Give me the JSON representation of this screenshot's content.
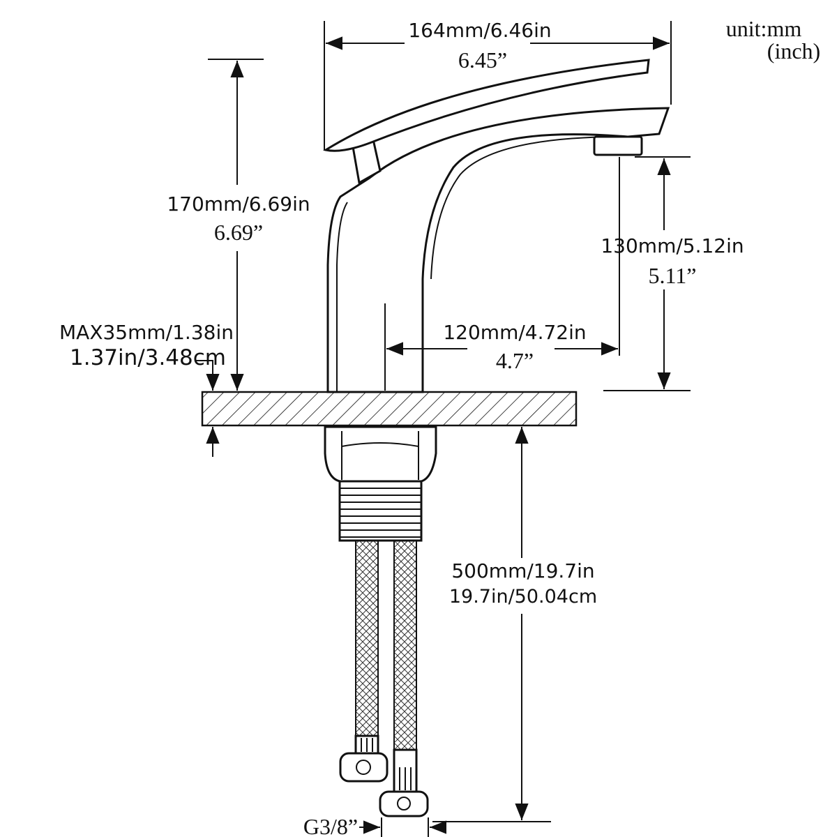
{
  "unit": {
    "line1": "unit:mm",
    "line2": "(inch)"
  },
  "dimensions": {
    "spout_length": {
      "metric": "164mm/6.46in",
      "inch": "6.45”"
    },
    "height": {
      "metric": "170mm/6.69in",
      "inch": "6.69”"
    },
    "spout_clearance": {
      "metric": "130mm/5.12in",
      "inch": "5.11”"
    },
    "deck_thickness": {
      "metric": "MAX35mm/1.38in",
      "inch": "1.37in/3.48cm"
    },
    "reach": {
      "metric": "120mm/4.72in",
      "inch": "4.7”"
    },
    "hose_length": {
      "metric": "500mm/19.7in",
      "inch": "19.7in/50.04cm"
    },
    "connector": {
      "label": "G3/8”"
    }
  }
}
